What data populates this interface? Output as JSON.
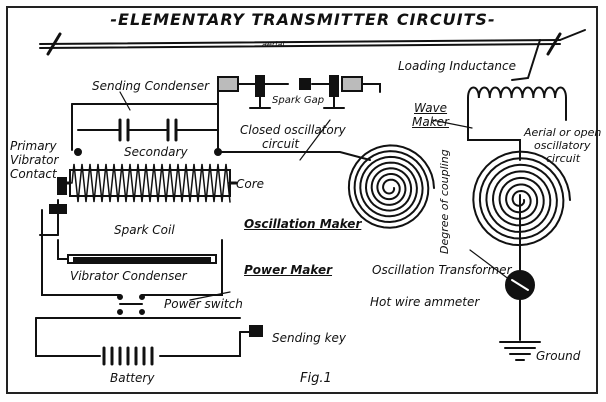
{
  "figure": {
    "title": "-ELEMENTARY TRANSMITTER CIRCUITS-",
    "antenna_label": "aerial",
    "fig_label": "Fig.1",
    "labels": {
      "sending_condenser": "Sending Condenser",
      "spark_gap": "Spark Gap",
      "loading_inductance": "Loading Inductance",
      "wave_maker": "Wave",
      "wave_maker_2": "Maker",
      "aerial_1": "Aerial or open",
      "aerial_2": "oscillatory",
      "aerial_3": "circuit",
      "closed_1": "Closed oscillatory",
      "closed_2": "circuit",
      "secondary": "Secondary",
      "primary_1": "Primary",
      "primary_2": "Vibrator",
      "primary_3": "Contact",
      "core": "Core",
      "degree_of_coupling": "Degree of coupling",
      "spark_coil": "Spark Coil",
      "oscillation_maker": "Oscillation Maker",
      "vibrator_condenser": "Vibrator Condenser",
      "power_maker": "Power Maker",
      "oscillation_transformer": "Oscillation Transformer",
      "power_switch": "Power switch",
      "hot_wire_ammeter": "Hot wire ammeter",
      "sending_key": "Sending key",
      "battery": "Battery",
      "ground": "Ground"
    }
  }
}
